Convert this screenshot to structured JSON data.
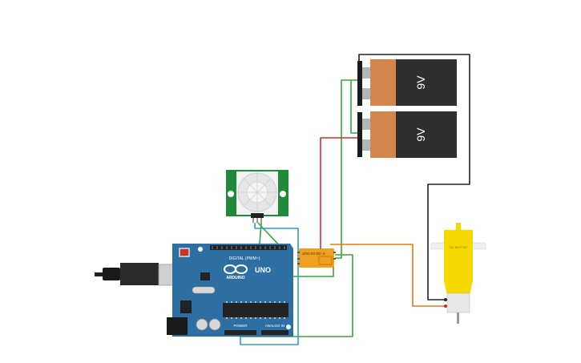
{
  "canvas": {
    "background": "#ffffff"
  },
  "arduino": {
    "brand": "ARDUINO",
    "model": "UNO",
    "header_digital": "DIGITAL (PWM~)",
    "header_power": "POWER",
    "header_analog": "ANALOG IN",
    "board_color": "#2e6fa3"
  },
  "pir_sensor": {
    "board_color": "#1f8a3a",
    "dome_color": "#e6e6e6"
  },
  "relay": {
    "label": "SRD-5V-DC-S",
    "body_color": "#f0a020"
  },
  "batteries": [
    {
      "label": "9V",
      "body_color": "#2f2f2f",
      "cap_color": "#d4874a"
    },
    {
      "label": "9V",
      "body_color": "#2f2f2f",
      "cap_color": "#d4874a"
    }
  ],
  "motor": {
    "label": "DC MOTOR",
    "body_color": "#f5d800"
  },
  "wire_colors": {
    "green": "#3aa535",
    "red": "#d52b2b",
    "black": "#222222",
    "orange": "#e07a10",
    "blue": "#2f9bd6"
  }
}
